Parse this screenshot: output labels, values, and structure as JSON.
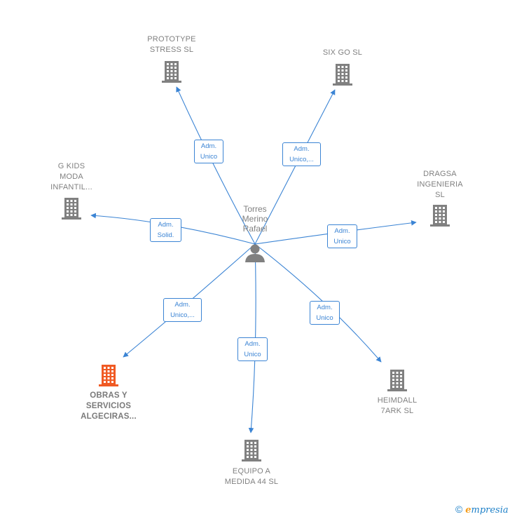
{
  "center": {
    "name_lines": [
      "Torres",
      "Merino",
      "Rafael"
    ]
  },
  "nodes": [
    {
      "id": "prototype",
      "label_lines": [
        "PROTOTYPE",
        "STRESS SL"
      ],
      "color": "#808080"
    },
    {
      "id": "sixgo",
      "label_lines": [
        "SIX GO  SL"
      ],
      "color": "#808080"
    },
    {
      "id": "gkids",
      "label_lines": [
        "G KIDS",
        "MODA",
        "INFANTIL..."
      ],
      "color": "#808080"
    },
    {
      "id": "dragsa",
      "label_lines": [
        "DRAGSA",
        "INGENIERIA",
        "SL"
      ],
      "color": "#808080"
    },
    {
      "id": "obras",
      "label_lines": [
        "OBRAS Y",
        "SERVICIOS",
        "ALGECIRAS..."
      ],
      "color": "#f05a24"
    },
    {
      "id": "heimdall",
      "label_lines": [
        "HEIMDALL",
        "7ARK  SL"
      ],
      "color": "#808080"
    },
    {
      "id": "equipo",
      "label_lines": [
        "EQUIPO A",
        "MEDIDA 44  SL"
      ],
      "color": "#808080"
    }
  ],
  "edges": [
    {
      "to": "prototype",
      "label_lines": [
        "Adm.",
        "Unico"
      ]
    },
    {
      "to": "sixgo",
      "label_lines": [
        "Adm.",
        "Unico,..."
      ]
    },
    {
      "to": "gkids",
      "label_lines": [
        "Adm.",
        "Solid."
      ]
    },
    {
      "to": "dragsa",
      "label_lines": [
        "Adm.",
        "Unico"
      ]
    },
    {
      "to": "obras",
      "label_lines": [
        "Adm.",
        "Unico,..."
      ]
    },
    {
      "to": "heimdall",
      "label_lines": [
        "Adm.",
        "Unico"
      ]
    },
    {
      "to": "equipo",
      "label_lines": [
        "Adm.",
        "Unico"
      ]
    }
  ],
  "colors": {
    "edge": "#3b84d4",
    "building": "#808080",
    "building_highlight": "#f05a24",
    "person": "#808080"
  },
  "footer": {
    "copyright": "©",
    "brand_initial": "e",
    "brand_rest": "mpresia"
  }
}
